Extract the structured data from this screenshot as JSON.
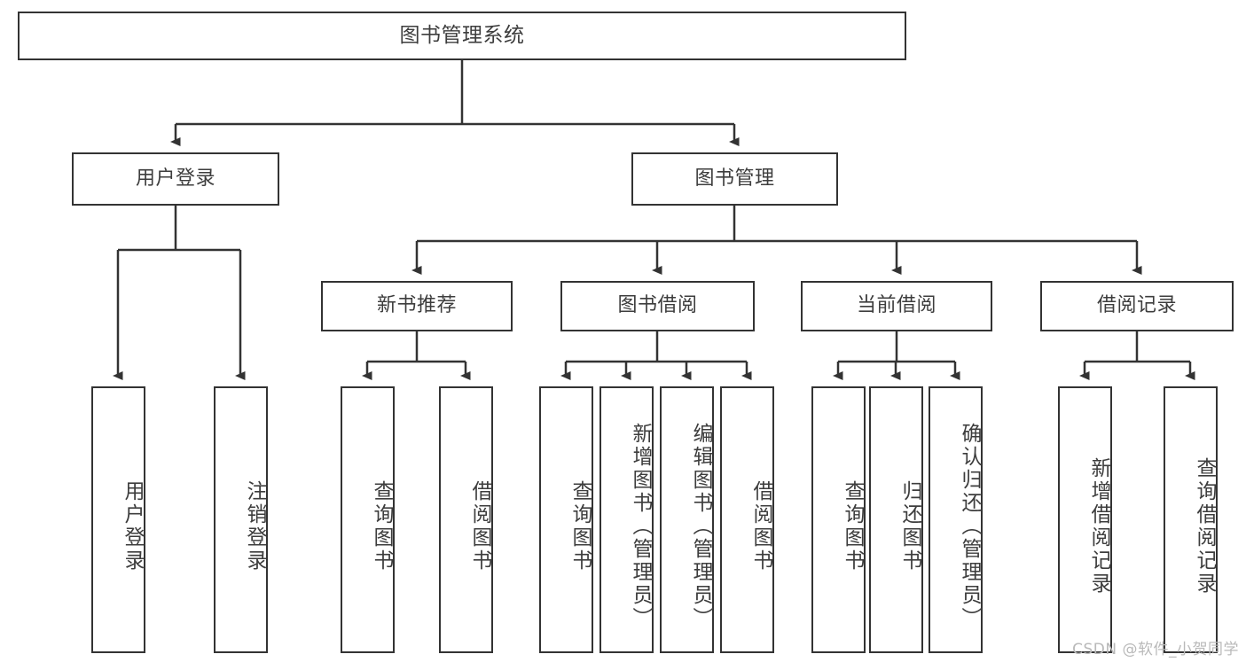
{
  "diagram": {
    "title": "图书管理系统",
    "type": "tree-hierarchy-diagram",
    "watermark": "CSDN @软件_小贺同学",
    "colors": {
      "box_stroke": "#333333",
      "box_fill": "#ffffff",
      "text": "#3d3d3d",
      "connector": "#333333",
      "watermark": "#b9b9b9",
      "background": "#ffffff"
    },
    "root": {
      "label": "图书管理系统"
    },
    "level2": [
      {
        "label": "用户登录"
      },
      {
        "label": "图书管理"
      }
    ],
    "level3": [
      {
        "label": "新书推荐"
      },
      {
        "label": "图书借阅"
      },
      {
        "label": "当前借阅"
      },
      {
        "label": "借阅记录"
      }
    ],
    "leaves": {
      "user_login": [
        {
          "label": "用户登录"
        },
        {
          "label": "注销登录"
        }
      ],
      "new_book_recommend": [
        {
          "label": "查询图书"
        },
        {
          "label": "借阅图书"
        }
      ],
      "book_borrow": [
        {
          "label": "查询图书"
        },
        {
          "label": "新增图书（管理员）"
        },
        {
          "label": "编辑图书（管理员）"
        },
        {
          "label": "借阅图书"
        }
      ],
      "current_borrow": [
        {
          "label": "查询图书"
        },
        {
          "label": "归还图书"
        },
        {
          "label": "确认归还（管理员）"
        }
      ],
      "borrow_record": [
        {
          "label": "新增借阅记录"
        },
        {
          "label": "查询借阅记录"
        }
      ]
    }
  }
}
